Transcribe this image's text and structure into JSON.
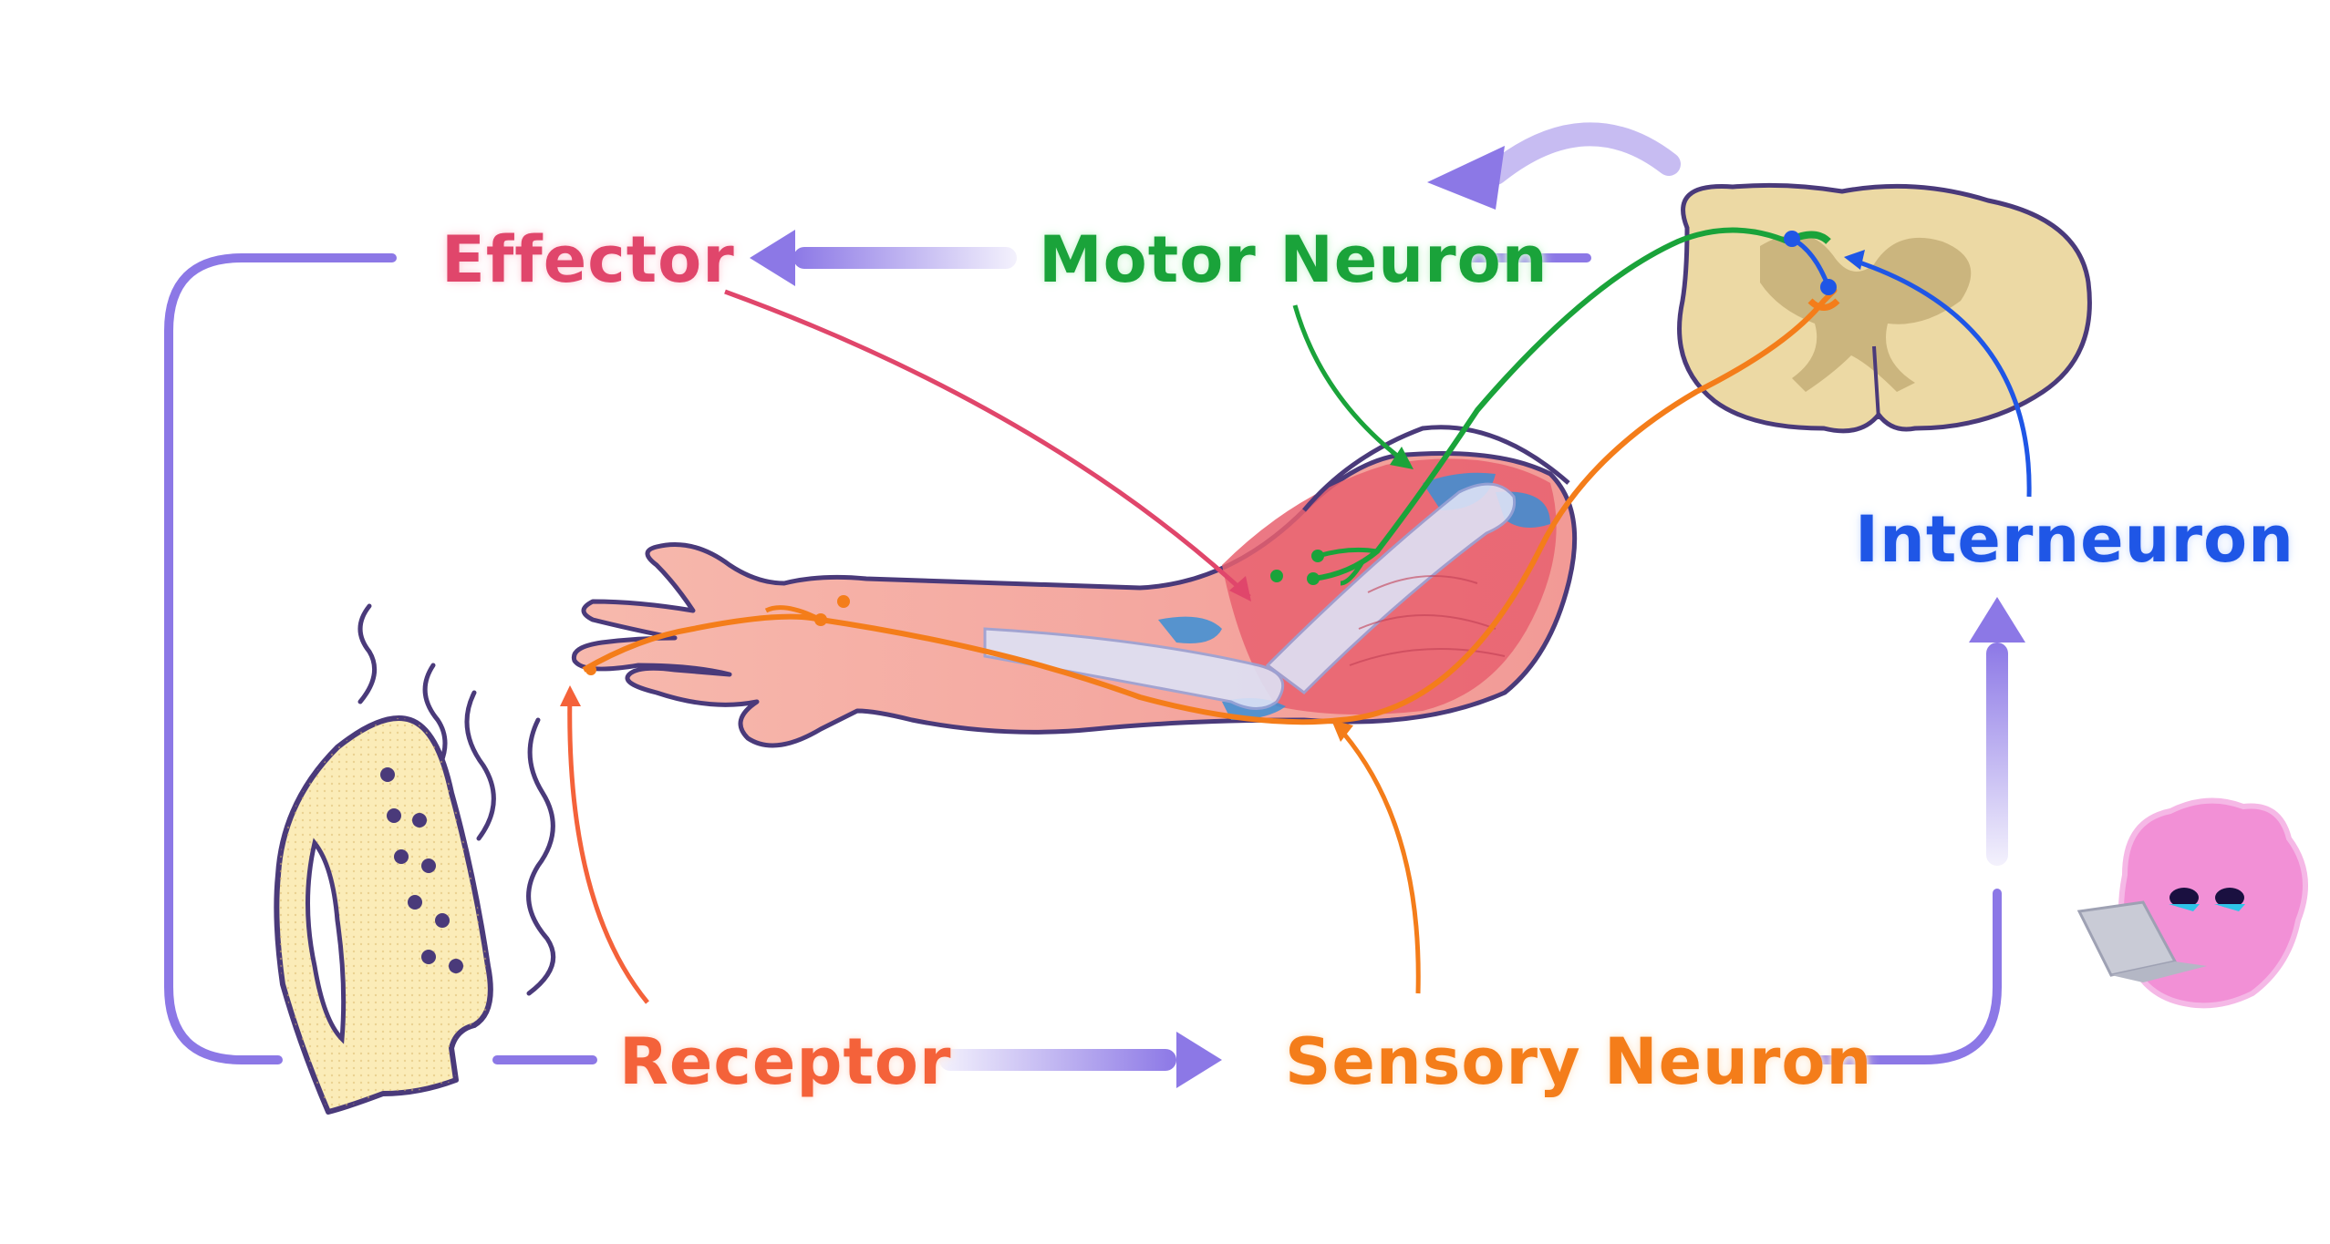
{
  "labels": {
    "effector": "Effector",
    "motor_neuron": "Motor Neuron",
    "interneuron": "Interneuron",
    "receptor": "Receptor",
    "sensory_neuron": "Sensory Neuron"
  },
  "colors": {
    "effector": "#e0466b",
    "motor_neuron": "#1aa33a",
    "interneuron": "#1f56e6",
    "receptor": "#f4623a",
    "sensory_neuron": "#f47d1a",
    "loop": "#8c78e6",
    "skin": "#f6b3a8",
    "muscle": "#e8606e",
    "iron": "#fbecb8",
    "spinal_cord": "#ecd9a4"
  }
}
